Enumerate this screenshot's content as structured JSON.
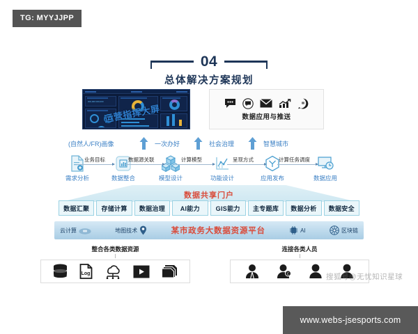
{
  "badge": {
    "label": "TG: MYYJJPP"
  },
  "footer": {
    "url": "www.webs-jsesports.com"
  },
  "heading": {
    "number": "04",
    "title": "总体解决方案规划"
  },
  "dashboard": {
    "overlay_label": "运营指挥大屏"
  },
  "apps_panel": {
    "label": "数据应用与推送",
    "icons": [
      "speech-bubble-icon",
      "chat-circle-icon",
      "envelope-icon",
      "bar-chart-arrow-icon",
      "document-bubble-icon"
    ]
  },
  "outcomes": [
    {
      "label": "(自然人/FR)画像"
    },
    {
      "label": "一次办好"
    },
    {
      "label": "社会治理"
    },
    {
      "label": "智慧城市"
    }
  ],
  "flow": {
    "nodes": [
      {
        "label": "需求分析",
        "icon": "document-add-icon"
      },
      {
        "label": "数据整合",
        "icon": "chart-square-icon"
      },
      {
        "label": "模型设计",
        "icon": "cubes-icon"
      },
      {
        "label": "功能设计",
        "icon": "line-chart-icon"
      },
      {
        "label": "应用发布",
        "icon": "hexagon-y-icon"
      },
      {
        "label": "数据应用",
        "icon": "screen-clock-icon"
      }
    ],
    "links": [
      {
        "label": "业务目标"
      },
      {
        "label": "数据源关联"
      },
      {
        "label": "计算模型"
      },
      {
        "label": "呈现方式"
      },
      {
        "label": "计算任务调度"
      }
    ]
  },
  "portal": {
    "label": "数据共享门户"
  },
  "capabilities": [
    {
      "label": "数据汇聚"
    },
    {
      "label": "存储计算"
    },
    {
      "label": "数据治理"
    },
    {
      "label": "AI能力"
    },
    {
      "label": "GIS能力"
    },
    {
      "label": "主专题库"
    },
    {
      "label": "数据分析"
    },
    {
      "label": "数据安全"
    }
  ],
  "platform": {
    "title": "某市政务大数据资源平台",
    "left_items": [
      {
        "label": "云计算",
        "icon": "cloud-icon"
      },
      {
        "label": "地图技术",
        "icon": "map-pin-icon"
      }
    ],
    "right_items": [
      {
        "label": "AI",
        "icon": "ai-chip-icon"
      },
      {
        "label": "区块链",
        "icon": "blockchain-icon"
      }
    ]
  },
  "resources_group": {
    "label": "整合各类数据资源",
    "icons": [
      "database-icon",
      "log-file-icon",
      "network-cloud-icon",
      "video-play-icon",
      "stacked-files-icon"
    ]
  },
  "people_group": {
    "label": "连接各类人员",
    "icons": [
      "person-icon",
      "person-badge-icon",
      "person-round-icon",
      "person-round-icon"
    ]
  },
  "watermark": {
    "text": "搜狐号@无忧知识星球"
  },
  "colors": {
    "navy": "#1d3557",
    "accent_blue": "#3a7fc4",
    "red": "#d94b3a",
    "cap_bg": "#eaf6fa",
    "cap_border": "#9bd2e3",
    "badge_bg": "#545454"
  }
}
